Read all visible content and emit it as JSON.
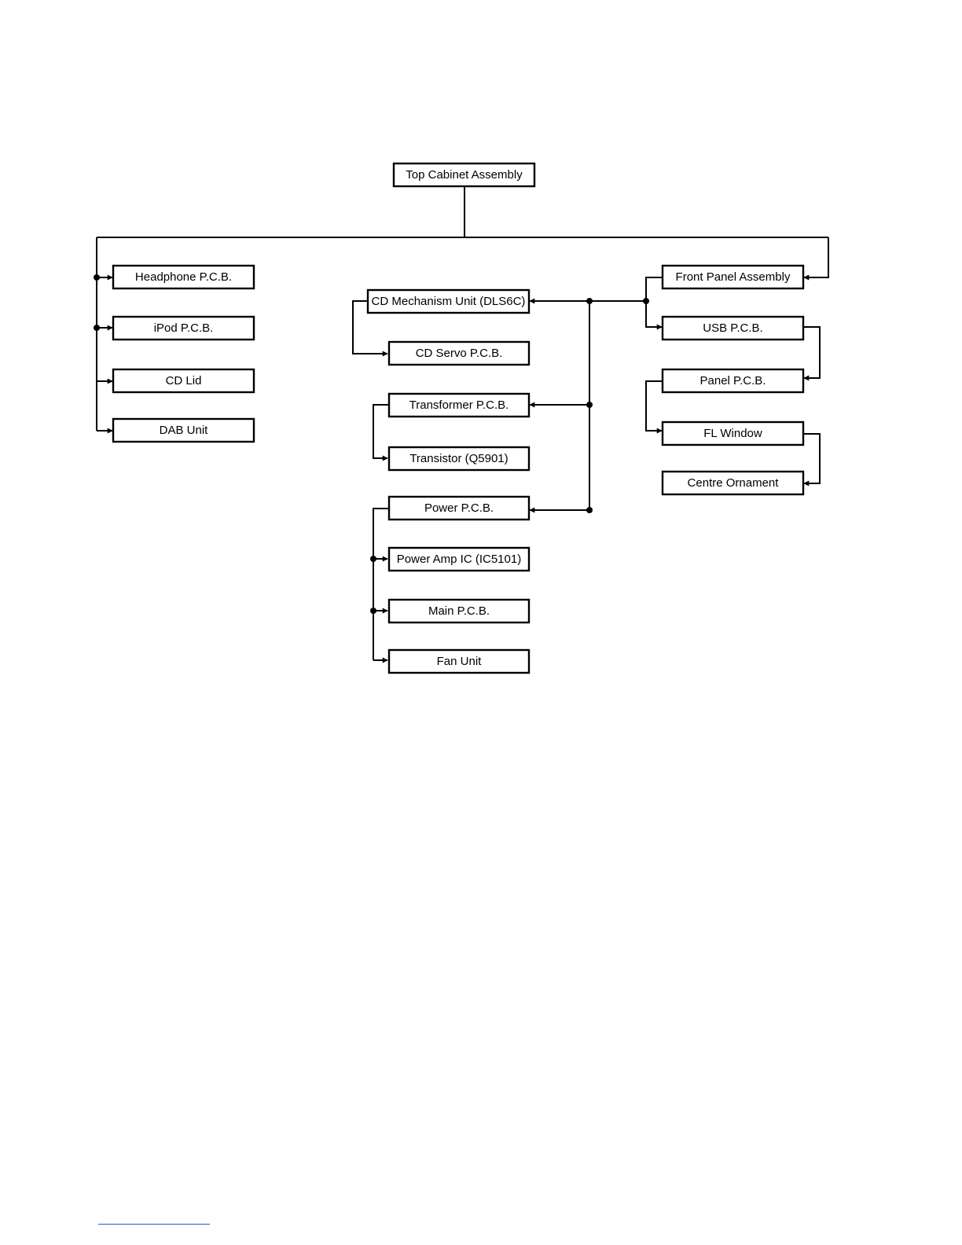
{
  "diagram": {
    "top": {
      "label": "Top Cabinet Assembly"
    },
    "left_branch": {
      "headphone_pcb": "Headphone P.C.B.",
      "ipod_pcb": "iPod P.C.B.",
      "cd_lid": "CD Lid",
      "dab_unit": "DAB Unit"
    },
    "center_branch": {
      "cd_mechanism_unit": "CD Mechanism Unit (DLS6C)",
      "cd_servo_pcb": "CD Servo P.C.B.",
      "transformer_pcb": "Transformer P.C.B.",
      "transistor": "Transistor (Q5901)",
      "power_pcb": "Power P.C.B.",
      "power_amp_ic": "Power Amp IC (IC5101)",
      "main_pcb": "Main P.C.B.",
      "fan_unit": "Fan Unit"
    },
    "right_branch": {
      "front_panel_assembly": "Front Panel Assembly",
      "usb_pcb": "USB P.C.B.",
      "panel_pcb": "Panel P.C.B.",
      "fl_window": "FL Window",
      "centre_ornament": "Centre Ornament"
    }
  }
}
